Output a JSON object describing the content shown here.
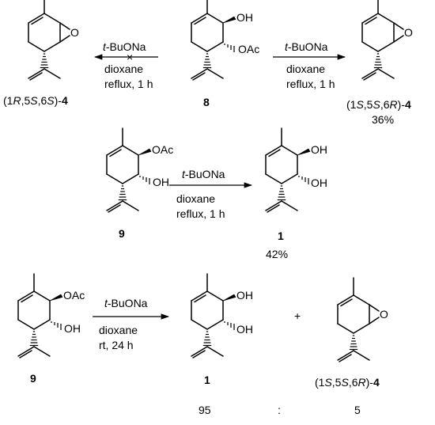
{
  "scheme": {
    "row1": {
      "left_product": {
        "label_prefix": "(1",
        "c1": "R",
        "mid1": ",5",
        "c5": "S",
        "mid2": ",6",
        "c6": "S",
        "suffix": ")-",
        "compound": "4",
        "epoxide_O": "O"
      },
      "left_arrow": {
        "reagent_prefix": "t",
        "reagent_rest": "-BuONa",
        "solvent": "dioxane",
        "condition": "reflux, 1 h",
        "blocked_mark": "×"
      },
      "start": {
        "compound": "8",
        "oh": "OH",
        "oac": "OAc"
      },
      "right_arrow": {
        "reagent_prefix": "t",
        "reagent_rest": "-BuONa",
        "solvent": "dioxane",
        "condition": "reflux, 1 h"
      },
      "right_product": {
        "label_prefix": "(1",
        "c1": "S",
        "mid1": ",5",
        "c5": "S",
        "mid2": ",6",
        "c6": "R",
        "suffix": ")-",
        "compound": "4",
        "epoxide_O": "O",
        "yield": "36%"
      }
    },
    "row2": {
      "start": {
        "compound": "9",
        "oac": "OAc",
        "oh": "OH"
      },
      "arrow": {
        "reagent_prefix": "t",
        "reagent_rest": "-BuONa",
        "solvent": "dioxane",
        "condition": "reflux, 1 h"
      },
      "product": {
        "compound": "1",
        "oh_top": "OH",
        "oh_bottom": "OH",
        "yield": "42%"
      }
    },
    "row3": {
      "start": {
        "compound": "9",
        "oac": "OAc",
        "oh": "OH"
      },
      "arrow": {
        "reagent_prefix": "t",
        "reagent_rest": "-BuONa",
        "solvent": "dioxane",
        "condition": "rt, 24 h"
      },
      "product_a": {
        "compound": "1",
        "oh_top": "OH",
        "oh_bottom": "OH"
      },
      "plus": "+",
      "product_b": {
        "label_prefix": "(1",
        "c1": "S",
        "mid1": ",5",
        "c5": "S",
        "mid2": ",6",
        "c6": "R",
        "suffix": ")-",
        "compound": "4",
        "epoxide_O": "O"
      },
      "ratio": {
        "a": "95",
        "sep": ":",
        "b": "5"
      }
    }
  }
}
